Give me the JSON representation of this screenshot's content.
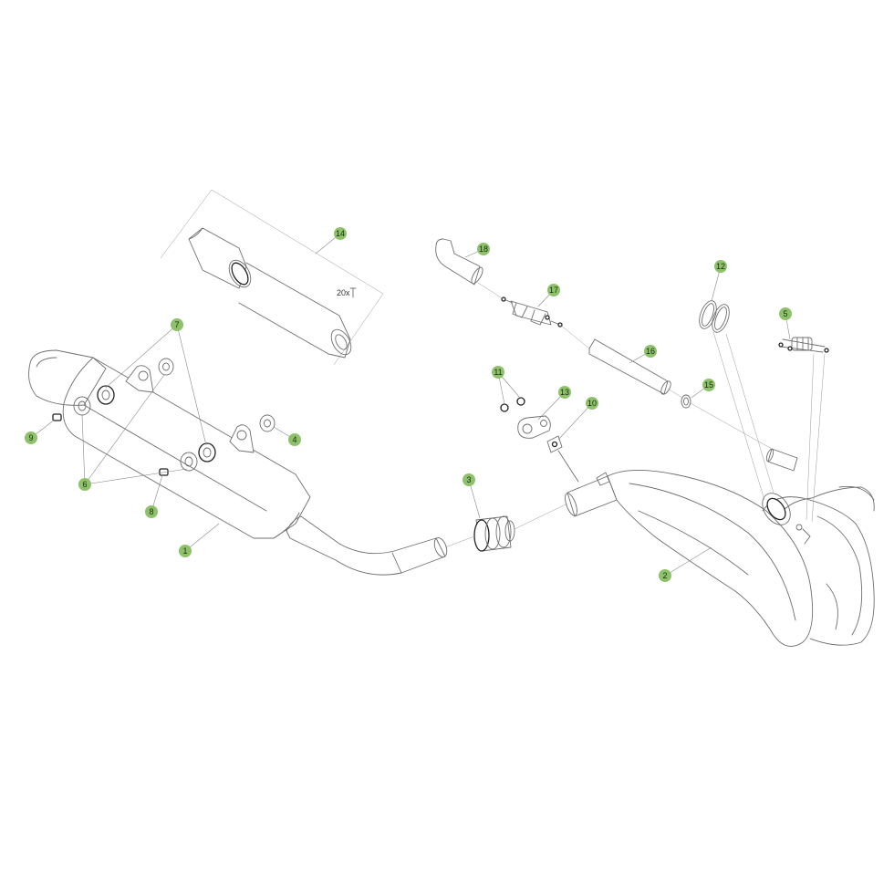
{
  "callouts": [
    {
      "id": "c1",
      "label": "1"
    },
    {
      "id": "c2",
      "label": "2"
    },
    {
      "id": "c3",
      "label": "3"
    },
    {
      "id": "c4",
      "label": "4"
    },
    {
      "id": "c5",
      "label": "5"
    },
    {
      "id": "c6",
      "label": "6"
    },
    {
      "id": "c7",
      "label": "7"
    },
    {
      "id": "c8",
      "label": "8"
    },
    {
      "id": "c9",
      "label": "9"
    },
    {
      "id": "c10",
      "label": "10"
    },
    {
      "id": "c11",
      "label": "11"
    },
    {
      "id": "c12",
      "label": "12"
    },
    {
      "id": "c13",
      "label": "13"
    },
    {
      "id": "c14",
      "label": "14"
    },
    {
      "id": "c15",
      "label": "15"
    },
    {
      "id": "c16",
      "label": "16"
    },
    {
      "id": "c17",
      "label": "17"
    },
    {
      "id": "c18",
      "label": "18"
    }
  ],
  "kit_quantity": "20x",
  "colors": {
    "callout_fill": "#8dc26b",
    "line": "#6f6f6f"
  }
}
